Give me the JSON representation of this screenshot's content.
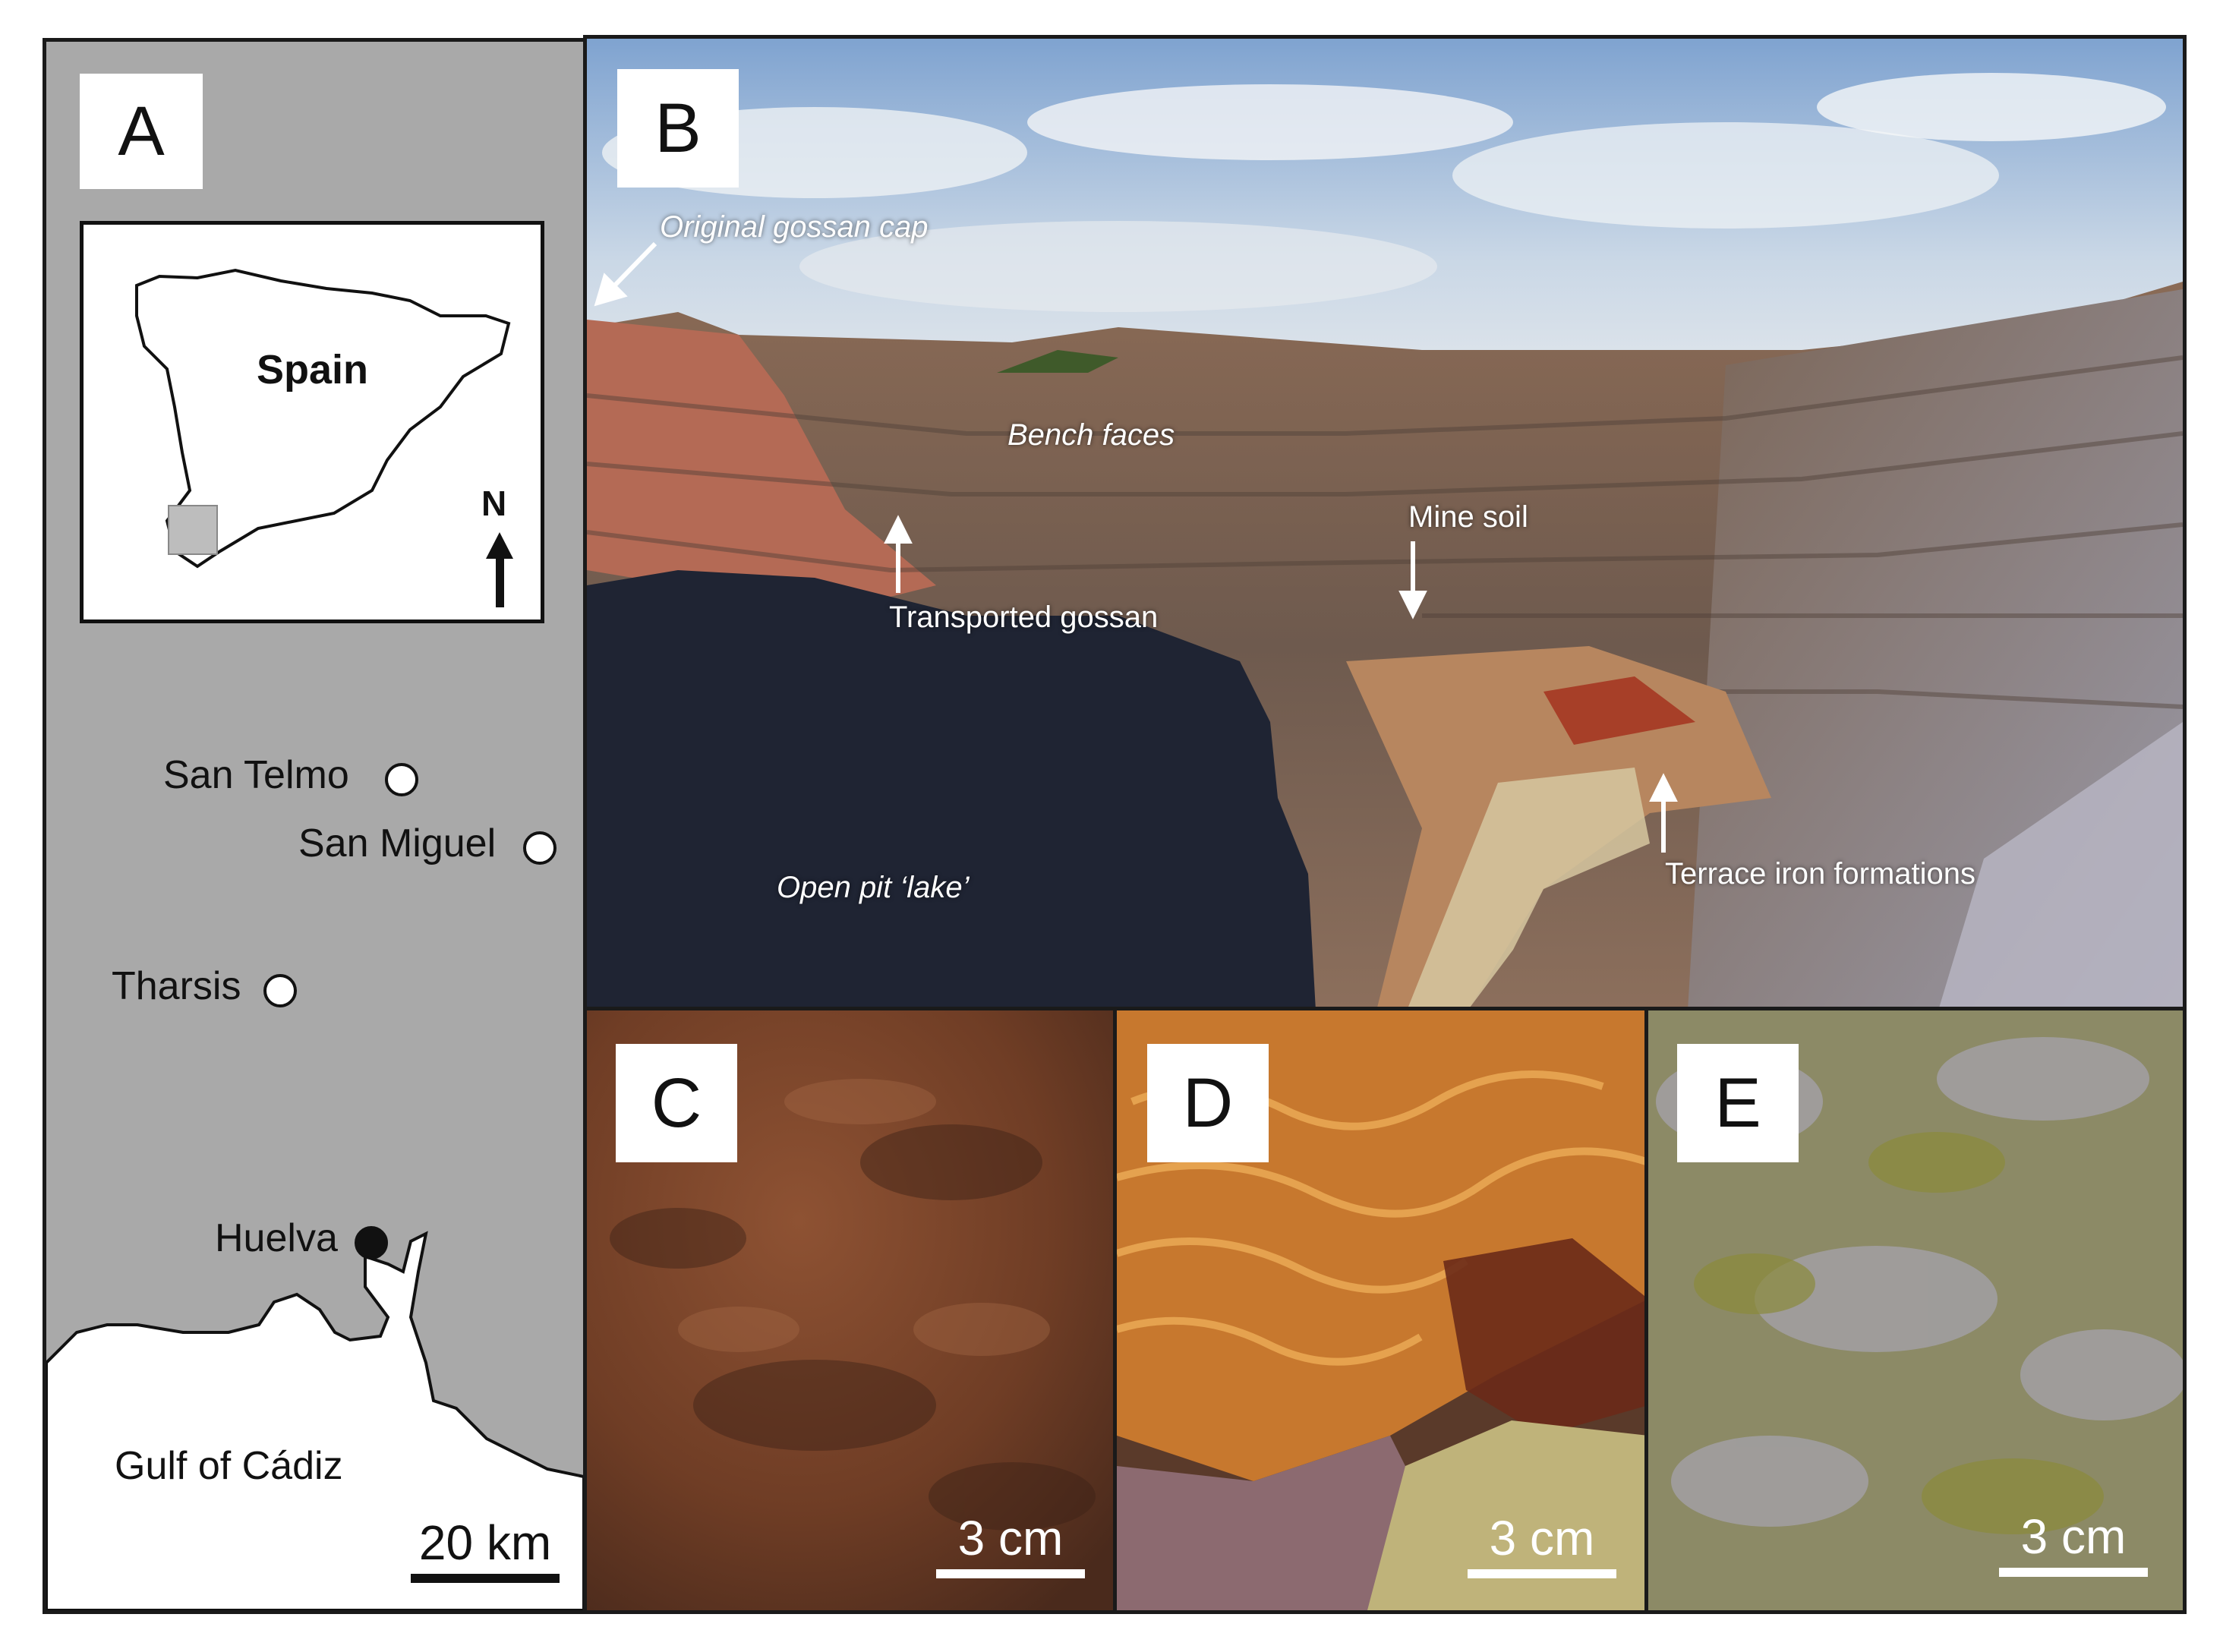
{
  "panels": {
    "a": {
      "letter": "A",
      "inset_label": "Spain",
      "north_label": "N",
      "places": [
        "San Telmo",
        "San Miguel",
        "Tharsis",
        "Huelva"
      ],
      "sea_label": "Gulf of Cádiz",
      "scale_label": "20 km"
    },
    "b": {
      "letter": "B",
      "annotations": {
        "original_gossan_cap": "Original gossan cap",
        "bench_faces": "Bench faces",
        "mine_soil": "Mine soil",
        "transported_gossan": "Transported gossan",
        "terrace_iron_formations": "Terrace iron formations",
        "open_pit_lake": "Open pit ‘lake’"
      }
    },
    "c": {
      "letter": "C",
      "scale_label": "3 cm"
    },
    "d": {
      "letter": "D",
      "scale_label": "3 cm"
    },
    "e": {
      "letter": "E",
      "scale_label": "3 cm"
    }
  },
  "colors": {
    "map_land": "#a9a9a9",
    "map_sea": "#ffffff",
    "sky": "#9cb8d8",
    "lake": "#1f2433",
    "oxide": "#b85a2a"
  }
}
